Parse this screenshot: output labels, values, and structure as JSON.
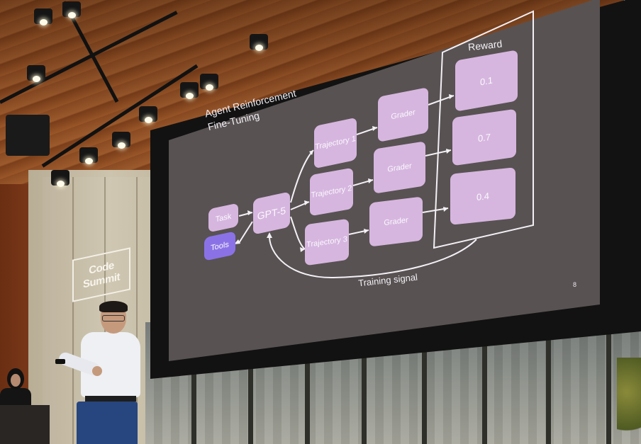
{
  "slide": {
    "title_line1": "Agent Reinforcement",
    "title_line2": "Fine-Tuning",
    "task_label": "Task",
    "tools_label": "Tools",
    "model_label": "GPT-5",
    "trajectories": [
      "Trajectory 1",
      "Trajectory 2",
      "Trajectory 3"
    ],
    "grader_label": "Grader",
    "reward_title": "Reward",
    "rewards": [
      "0.1",
      "0.7",
      "0.4"
    ],
    "training_signal_label": "Training signal",
    "slide_number": "8"
  },
  "venue": {
    "logo_line1": "Code",
    "logo_line2": "Summit"
  },
  "colors": {
    "slide_background": "#585252",
    "node_fill": "#d6b6df",
    "tools_fill": "#8a72e6",
    "line_color": "#f4f1f6"
  },
  "icons": [
    "stage-light-icon",
    "speaker-icon"
  ]
}
